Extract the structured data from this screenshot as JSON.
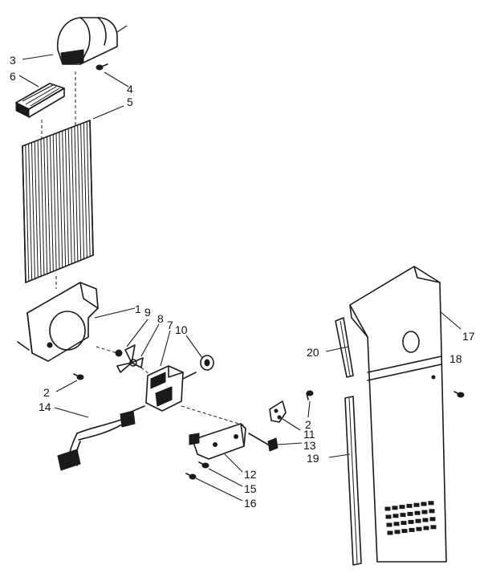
{
  "callouts": {
    "c3": "3",
    "c6": "6",
    "c4": "4",
    "c5": "5",
    "c1": "1",
    "c9": "9",
    "c8": "8",
    "c7": "7",
    "c10": "10",
    "c2a": "2",
    "c14": "14",
    "c2b": "2",
    "c11": "11",
    "c13": "13",
    "c12": "12",
    "c15": "15",
    "c16": "16",
    "c17": "17",
    "c18": "18",
    "c20": "20",
    "c19": "19"
  },
  "colors": {
    "ink": "#1a1a1a",
    "paper": "#ffffff"
  }
}
